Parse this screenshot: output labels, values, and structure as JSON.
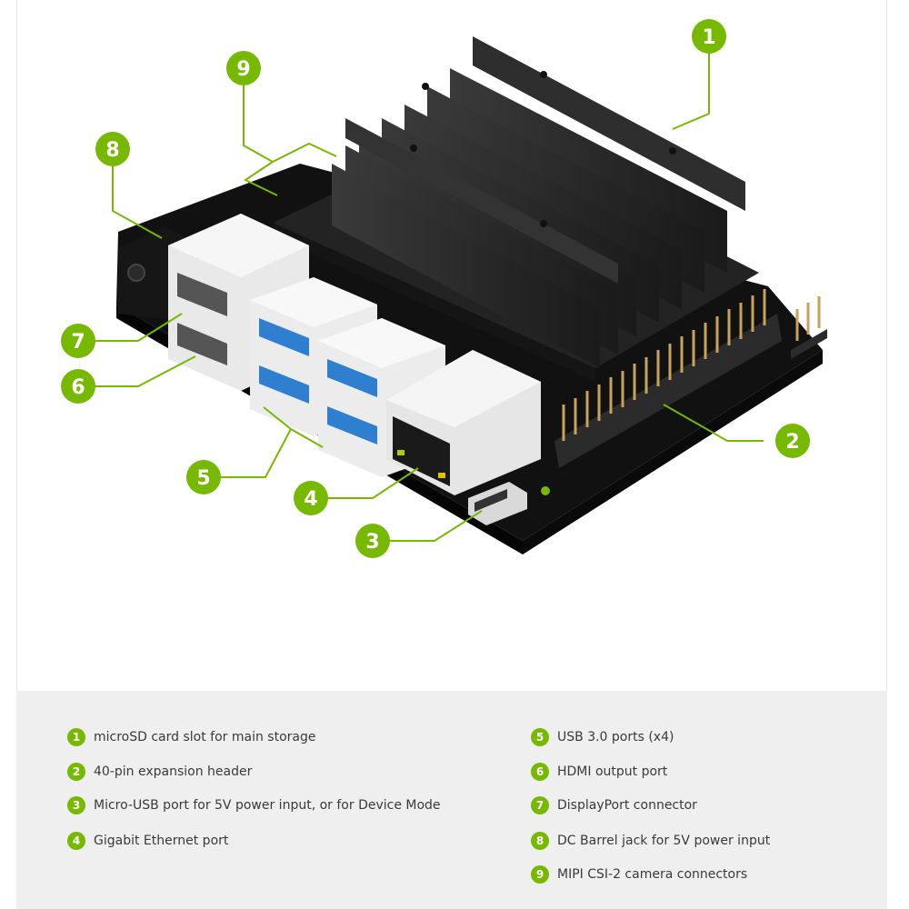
{
  "callouts": [
    {
      "number": "1",
      "label": "microSD card slot for main storage"
    },
    {
      "number": "2",
      "label": "40-pin expansion header"
    },
    {
      "number": "3",
      "label": "Micro-USB port for 5V power input, or for Device Mode"
    },
    {
      "number": "4",
      "label": "Gigabit Ethernet port"
    },
    {
      "number": "5",
      "label": "USB 3.0 ports (x4)"
    },
    {
      "number": "6",
      "label": "HDMI output port"
    },
    {
      "number": "7",
      "label": "DisplayPort connector"
    },
    {
      "number": "8",
      "label": "DC Barrel jack for 5V power input"
    },
    {
      "number": "9",
      "label": "MIPI CSI-2 camera connectors"
    }
  ],
  "colors": {
    "accent": "#76b900",
    "board": "#1e1e1e",
    "heatsink": "#2a2a2a",
    "connector": "#e9e9e9",
    "usb_blue": "#2f7fd1",
    "legend_bg": "#efefef",
    "text": "#3a3a3a"
  },
  "icons": {
    "badge": "numbered-circle-icon"
  }
}
